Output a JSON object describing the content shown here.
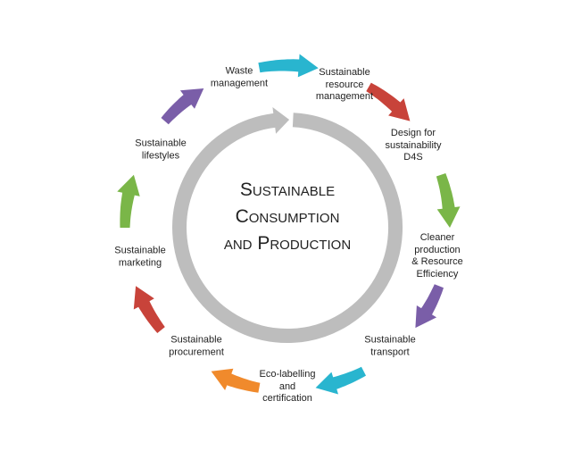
{
  "title": {
    "line1": "Sustainable",
    "line2": "Consumption",
    "line3": "and Production"
  },
  "ring_color": "#bdbdbd",
  "steps": [
    {
      "label": "Waste\nmanagement",
      "arrow_color": "#29b5cf"
    },
    {
      "label": "Sustainable\nresource\nmanagement",
      "arrow_color": "#c8433a"
    },
    {
      "label": "Design for\nsustainability\nD4S",
      "arrow_color": "#7ab648"
    },
    {
      "label": "Cleaner\nproduction\n& Resource\nEfficiency",
      "arrow_color": "#7a5ea8"
    },
    {
      "label": "Sustainable\ntransport",
      "arrow_color": "#29b5cf"
    },
    {
      "label": "Eco-labelling\nand\ncertification",
      "arrow_color": "#f08a2c"
    },
    {
      "label": "Sustainable\nprocurement",
      "arrow_color": "#c8433a"
    },
    {
      "label": "Sustainable\nmarketing",
      "arrow_color": "#7ab648"
    },
    {
      "label": "Sustainable\nlifestyles",
      "arrow_color": "#7a5ea8"
    }
  ]
}
